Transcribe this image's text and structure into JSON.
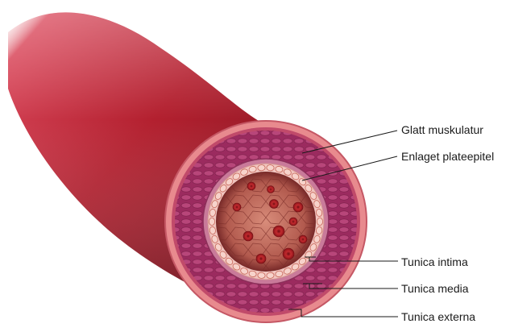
{
  "labels": {
    "smooth_muscle": "Glatt muskulatur",
    "endothelium": "Enlaget plateepitel",
    "tunica_intima": "Tunica intima",
    "tunica_media": "Tunica media",
    "tunica_externa": "Tunica externa"
  },
  "colors": {
    "vessel_dark": "#7a1520",
    "vessel_mid": "#b3202f",
    "vessel_light": "#d9475a",
    "externa": "#e88a8e",
    "media": "#9b2b5f",
    "media_cells": "#c0457a",
    "intima_ring": "#f1c5bf",
    "lumen": "#5e1418",
    "lumen_cells": "#c7675a",
    "rbc": "#b81c22",
    "leader_line": "#1a1a1a"
  }
}
